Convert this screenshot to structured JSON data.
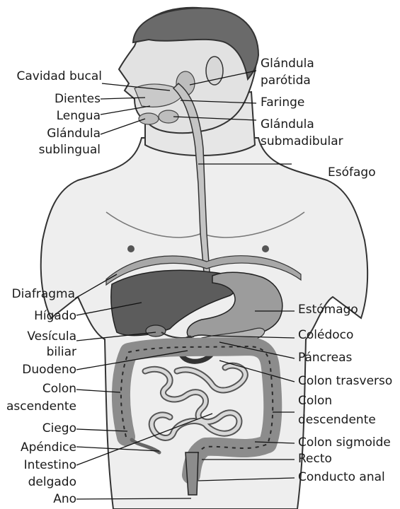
{
  "labels": {
    "cavidad_bucal": "Cavidad bucal",
    "dientes": "Dientes",
    "lengua": "Lengua",
    "glandula_sublingual_1": "Glándula",
    "glandula_sublingual_2": "sublingual",
    "glandula_parotida_1": "Glándula",
    "glandula_parotida_2": "parótida",
    "faringe": "Faringe",
    "glandula_submadibular_1": "Glándula",
    "glandula_submadibular_2": "submadibular",
    "esofago": "Esófago",
    "diafragma": "Diafragma",
    "higado": "Hígado",
    "vesicula_1": "Vesícula",
    "vesicula_2": "biliar",
    "duodeno": "Duodeno",
    "colon_ascendente_1": "Colon",
    "colon_ascendente_2": "ascendente",
    "ciego": "Ciego",
    "apendice": "Apéndice",
    "intestino_1": "Intestino",
    "intestino_2": "delgado",
    "ano": "Ano",
    "estomago": "Estómago",
    "coledoco": "Colédoco",
    "pancreas": "Páncreas",
    "colon_trasverso": "Colon trasverso",
    "colon_descendente_1": "Colon",
    "colon_descendente_2": "descendente",
    "colon_sigmoide": "Colon sigmoide",
    "recto": "Recto",
    "conducto_anal": "Conducto anal"
  }
}
